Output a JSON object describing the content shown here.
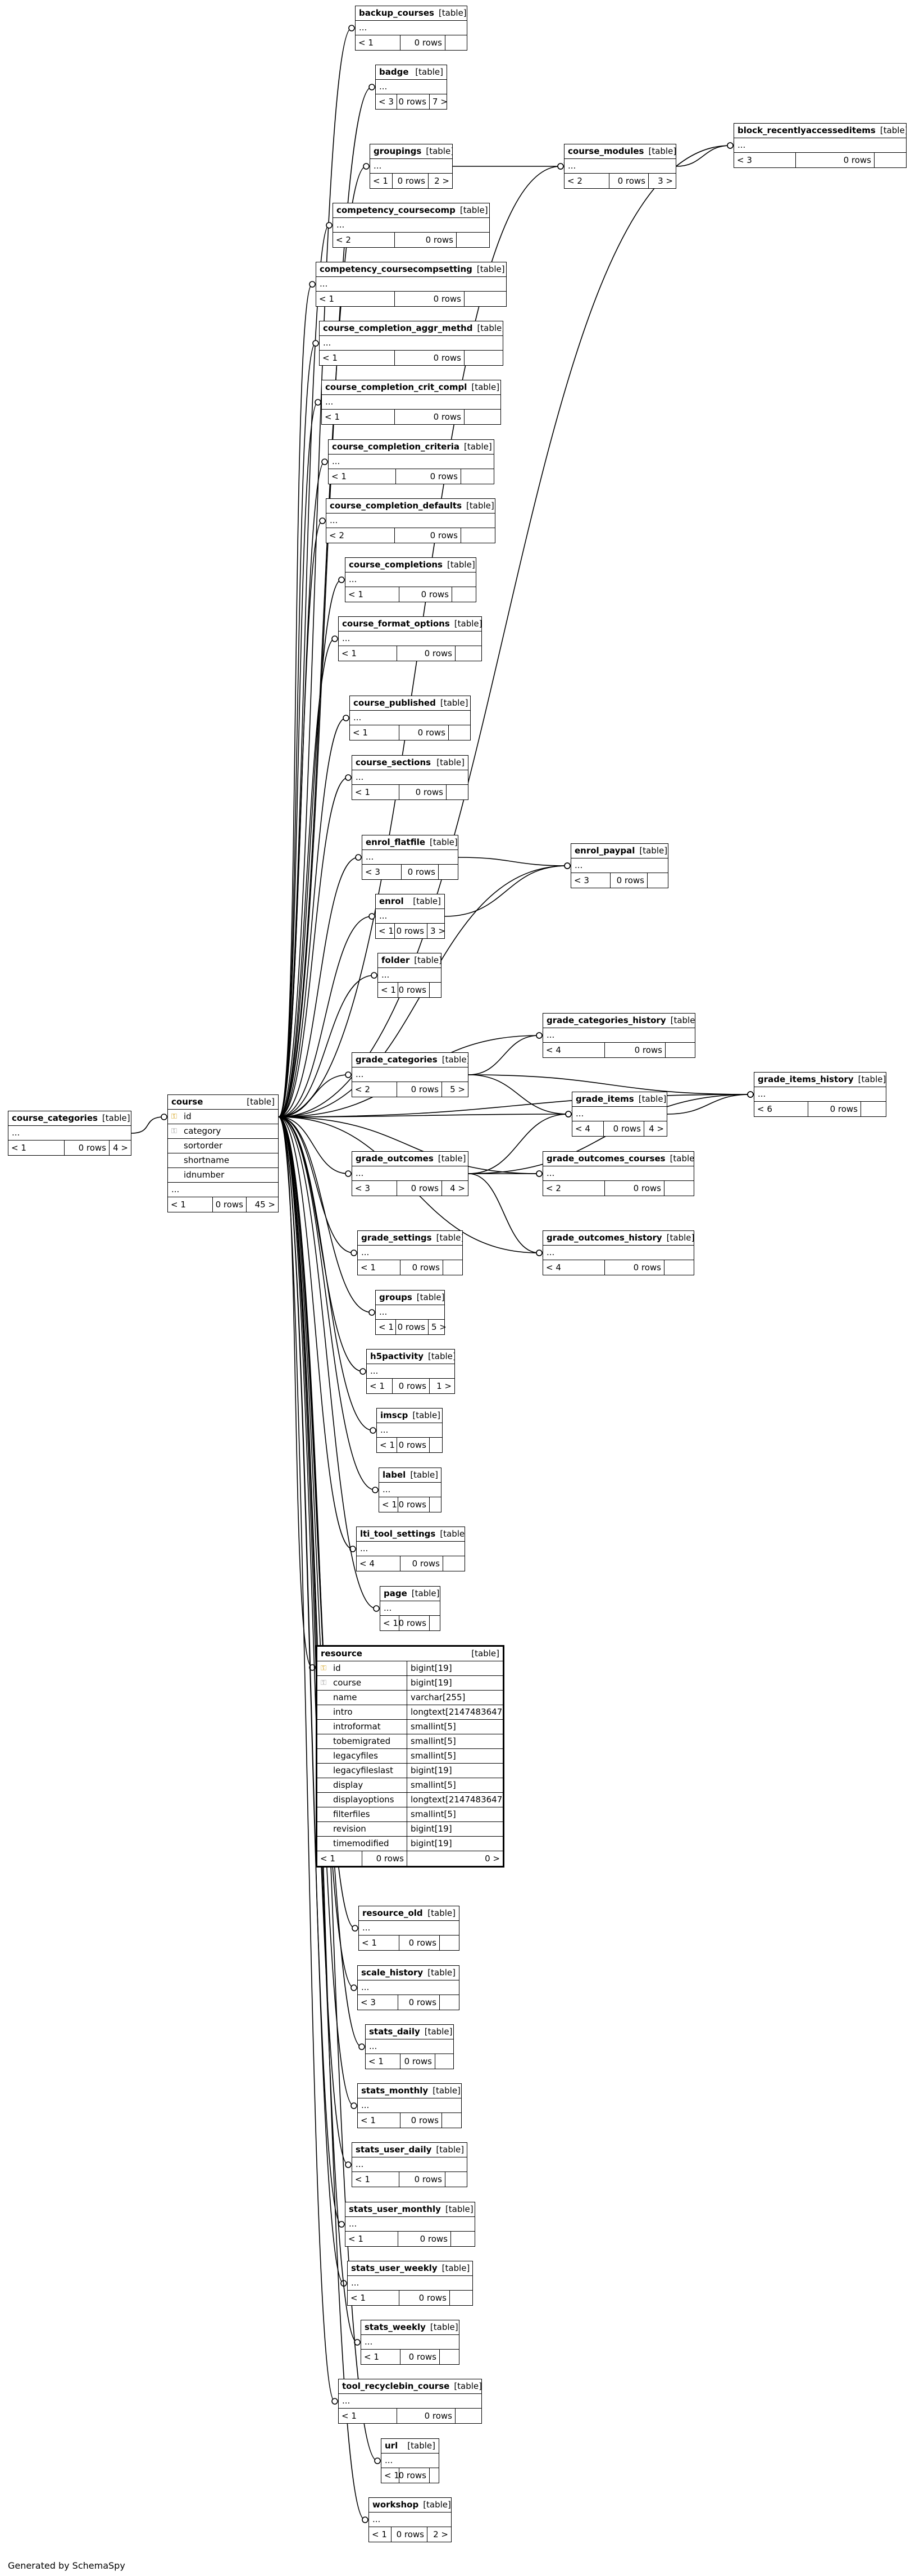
{
  "footer": "Generated by SchemaSpy",
  "tables": {
    "course_categories": {
      "name": "course_categories",
      "type": "[table]",
      "dots": "...",
      "children": "< 1",
      "rows": "0 rows",
      "parents": "4 >"
    },
    "course": {
      "name": "course",
      "type": "[table]",
      "columns": [
        "id",
        "category",
        "sortorder",
        "shortname",
        "idnumber"
      ],
      "dots": "...",
      "children": "< 1",
      "rows": "0 rows",
      "parents": "45 >"
    },
    "backup_courses": {
      "name": "backup_courses",
      "type": "[table]",
      "dots": "...",
      "children": "< 1",
      "rows": "0 rows",
      "parents": ""
    },
    "badge": {
      "name": "badge",
      "type": "[table]",
      "dots": "...",
      "children": "< 3",
      "rows": "0 rows",
      "parents": "7 >"
    },
    "groupings": {
      "name": "groupings",
      "type": "[table]",
      "dots": "...",
      "children": "< 1",
      "rows": "0 rows",
      "parents": "2 >"
    },
    "course_modules": {
      "name": "course_modules",
      "type": "[table]",
      "dots": "...",
      "children": "< 2",
      "rows": "0 rows",
      "parents": "3 >"
    },
    "block_recentlyaccesseditems": {
      "name": "block_recentlyaccesseditems",
      "type": "[table]",
      "dots": "...",
      "children": "< 3",
      "rows": "0 rows",
      "parents": ""
    },
    "competency_coursecomp": {
      "name": "competency_coursecomp",
      "type": "[table]",
      "dots": "...",
      "children": "< 2",
      "rows": "0 rows",
      "parents": ""
    },
    "competency_coursecompsetting": {
      "name": "competency_coursecompsetting",
      "type": "[table]",
      "dots": "...",
      "children": "< 1",
      "rows": "0 rows",
      "parents": ""
    },
    "course_completion_aggr_methd": {
      "name": "course_completion_aggr_methd",
      "type": "[table]",
      "dots": "...",
      "children": "< 1",
      "rows": "0 rows",
      "parents": ""
    },
    "course_completion_crit_compl": {
      "name": "course_completion_crit_compl",
      "type": "[table]",
      "dots": "...",
      "children": "< 1",
      "rows": "0 rows",
      "parents": ""
    },
    "course_completion_criteria": {
      "name": "course_completion_criteria",
      "type": "[table]",
      "dots": "...",
      "children": "< 1",
      "rows": "0 rows",
      "parents": ""
    },
    "course_completion_defaults": {
      "name": "course_completion_defaults",
      "type": "[table]",
      "dots": "...",
      "children": "< 2",
      "rows": "0 rows",
      "parents": ""
    },
    "course_completions": {
      "name": "course_completions",
      "type": "[table]",
      "dots": "...",
      "children": "< 1",
      "rows": "0 rows",
      "parents": ""
    },
    "course_format_options": {
      "name": "course_format_options",
      "type": "[table]",
      "dots": "...",
      "children": "< 1",
      "rows": "0 rows",
      "parents": ""
    },
    "course_published": {
      "name": "course_published",
      "type": "[table]",
      "dots": "...",
      "children": "< 1",
      "rows": "0 rows",
      "parents": ""
    },
    "course_sections": {
      "name": "course_sections",
      "type": "[table]",
      "dots": "...",
      "children": "< 1",
      "rows": "0 rows",
      "parents": ""
    },
    "enrol_flatfile": {
      "name": "enrol_flatfile",
      "type": "[table]",
      "dots": "...",
      "children": "< 3",
      "rows": "0 rows",
      "parents": ""
    },
    "enrol_paypal": {
      "name": "enrol_paypal",
      "type": "[table]",
      "dots": "...",
      "children": "< 3",
      "rows": "0 rows",
      "parents": ""
    },
    "enrol": {
      "name": "enrol",
      "type": "[table]",
      "dots": "...",
      "children": "< 1",
      "rows": "0 rows",
      "parents": "3 >"
    },
    "folder": {
      "name": "folder",
      "type": "[table]",
      "dots": "...",
      "children": "< 1",
      "rows": "0 rows",
      "parents": ""
    },
    "grade_categories_history": {
      "name": "grade_categories_history",
      "type": "[table]",
      "dots": "...",
      "children": "< 4",
      "rows": "0 rows",
      "parents": ""
    },
    "grade_categories": {
      "name": "grade_categories",
      "type": "[table]",
      "dots": "...",
      "children": "< 2",
      "rows": "0 rows",
      "parents": "5 >"
    },
    "grade_items": {
      "name": "grade_items",
      "type": "[table]",
      "dots": "...",
      "children": "< 4",
      "rows": "0 rows",
      "parents": "4 >"
    },
    "grade_items_history": {
      "name": "grade_items_history",
      "type": "[table]",
      "dots": "...",
      "children": "< 6",
      "rows": "0 rows",
      "parents": ""
    },
    "grade_outcomes": {
      "name": "grade_outcomes",
      "type": "[table]",
      "dots": "...",
      "children": "< 3",
      "rows": "0 rows",
      "parents": "4 >"
    },
    "grade_outcomes_courses": {
      "name": "grade_outcomes_courses",
      "type": "[table]",
      "dots": "...",
      "children": "< 2",
      "rows": "0 rows",
      "parents": ""
    },
    "grade_outcomes_history": {
      "name": "grade_outcomes_history",
      "type": "[table]",
      "dots": "...",
      "children": "< 4",
      "rows": "0 rows",
      "parents": ""
    },
    "grade_settings": {
      "name": "grade_settings",
      "type": "[table]",
      "dots": "...",
      "children": "< 1",
      "rows": "0 rows",
      "parents": ""
    },
    "groups": {
      "name": "groups",
      "type": "[table]",
      "dots": "...",
      "children": "< 1",
      "rows": "0 rows",
      "parents": "5 >"
    },
    "h5pactivity": {
      "name": "h5pactivity",
      "type": "[table]",
      "dots": "...",
      "children": "< 1",
      "rows": "0 rows",
      "parents": "1 >"
    },
    "imscp": {
      "name": "imscp",
      "type": "[table]",
      "dots": "...",
      "children": "< 1",
      "rows": "0 rows",
      "parents": ""
    },
    "label": {
      "name": "label",
      "type": "[table]",
      "dots": "...",
      "children": "< 1",
      "rows": "0 rows",
      "parents": ""
    },
    "lti_tool_settings": {
      "name": "lti_tool_settings",
      "type": "[table]",
      "dots": "...",
      "children": "< 4",
      "rows": "0 rows",
      "parents": ""
    },
    "page": {
      "name": "page",
      "type": "[table]",
      "dots": "...",
      "children": "< 1",
      "rows": "0 rows",
      "parents": ""
    },
    "resource": {
      "name": "resource",
      "type": "[table]",
      "columns": [
        {
          "name": "id",
          "type": "bigint[19]"
        },
        {
          "name": "course",
          "type": "bigint[19]"
        },
        {
          "name": "name",
          "type": "varchar[255]"
        },
        {
          "name": "intro",
          "type": "longtext[2147483647]"
        },
        {
          "name": "introformat",
          "type": "smallint[5]"
        },
        {
          "name": "tobemigrated",
          "type": "smallint[5]"
        },
        {
          "name": "legacyfiles",
          "type": "smallint[5]"
        },
        {
          "name": "legacyfileslast",
          "type": "bigint[19]"
        },
        {
          "name": "display",
          "type": "smallint[5]"
        },
        {
          "name": "displayoptions",
          "type": "longtext[2147483647]"
        },
        {
          "name": "filterfiles",
          "type": "smallint[5]"
        },
        {
          "name": "revision",
          "type": "bigint[19]"
        },
        {
          "name": "timemodified",
          "type": "bigint[19]"
        }
      ],
      "children": "< 1",
      "rows": "0 rows",
      "parents": "0 >"
    },
    "resource_old": {
      "name": "resource_old",
      "type": "[table]",
      "dots": "...",
      "children": "< 1",
      "rows": "0 rows",
      "parents": ""
    },
    "scale_history": {
      "name": "scale_history",
      "type": "[table]",
      "dots": "...",
      "children": "< 3",
      "rows": "0 rows",
      "parents": ""
    },
    "stats_daily": {
      "name": "stats_daily",
      "type": "[table]",
      "dots": "...",
      "children": "< 1",
      "rows": "0 rows",
      "parents": ""
    },
    "stats_monthly": {
      "name": "stats_monthly",
      "type": "[table]",
      "dots": "...",
      "children": "< 1",
      "rows": "0 rows",
      "parents": ""
    },
    "stats_user_daily": {
      "name": "stats_user_daily",
      "type": "[table]",
      "dots": "...",
      "children": "< 1",
      "rows": "0 rows",
      "parents": ""
    },
    "stats_user_monthly": {
      "name": "stats_user_monthly",
      "type": "[table]",
      "dots": "...",
      "children": "< 1",
      "rows": "0 rows",
      "parents": ""
    },
    "stats_user_weekly": {
      "name": "stats_user_weekly",
      "type": "[table]",
      "dots": "...",
      "children": "< 1",
      "rows": "0 rows",
      "parents": ""
    },
    "stats_weekly": {
      "name": "stats_weekly",
      "type": "[table]",
      "dots": "...",
      "children": "< 1",
      "rows": "0 rows",
      "parents": ""
    },
    "tool_recyclebin_course": {
      "name": "tool_recyclebin_course",
      "type": "[table]",
      "dots": "...",
      "children": "< 1",
      "rows": "0 rows",
      "parents": ""
    },
    "url": {
      "name": "url",
      "type": "[table]",
      "dots": "...",
      "children": "< 1",
      "rows": "0 rows",
      "parents": ""
    },
    "workshop": {
      "name": "workshop",
      "type": "[table]",
      "dots": "...",
      "children": "< 1",
      "rows": "0 rows",
      "parents": "2 >"
    }
  }
}
